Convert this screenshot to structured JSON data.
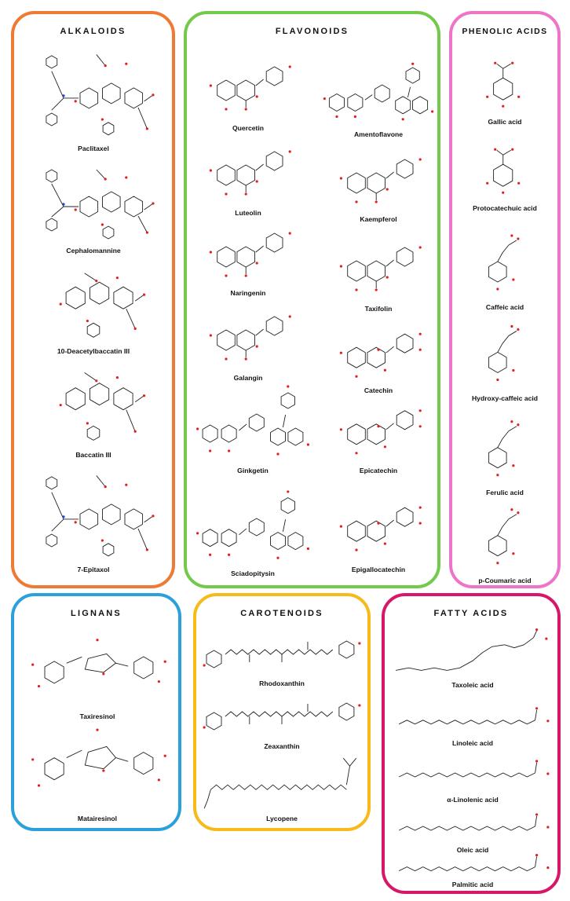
{
  "colors": {
    "alkaloids": "#ee7a33",
    "flavonoids": "#72c94a",
    "phenolic_acids": "#ee74c8",
    "lignans": "#2aa0dc",
    "carotenoids": "#f6bb1a",
    "fatty_acids": "#d6176a",
    "bond": "#222222",
    "oxygen": "#e02020",
    "nitrogen": "#2040d8"
  },
  "panels": {
    "alkaloids": {
      "title": "ALKALOIDS",
      "items": [
        {
          "label": "Paclitaxel",
          "icon": "taxane-structure-icon"
        },
        {
          "label": "Cephalomannine",
          "icon": "taxane-structure-icon"
        },
        {
          "label": "10-Deacetylbaccatin III",
          "icon": "taxane-core-icon"
        },
        {
          "label": "Baccatin III",
          "icon": "taxane-core-icon"
        },
        {
          "label": "7-Epitaxol",
          "icon": "taxane-structure-icon"
        }
      ]
    },
    "flavonoids": {
      "title": "FLAVONOIDS",
      "left": [
        {
          "label": "Quercetin",
          "icon": "flavonol-icon"
        },
        {
          "label": "Luteolin",
          "icon": "flavone-icon"
        },
        {
          "label": "Naringenin",
          "icon": "flavanone-icon"
        },
        {
          "label": "Galangin",
          "icon": "flavonol-icon"
        },
        {
          "label": "Ginkgetin",
          "icon": "biflavone-icon"
        },
        {
          "label": "Sciadopitysin",
          "icon": "biflavone-icon"
        }
      ],
      "right": [
        {
          "label": "Amentoflavone",
          "icon": "biflavone-icon"
        },
        {
          "label": "Kaempferol",
          "icon": "flavonol-icon"
        },
        {
          "label": "Taxifolin",
          "icon": "flavanonol-icon"
        },
        {
          "label": "Catechin",
          "icon": "flavanol-icon"
        },
        {
          "label": "Epicatechin",
          "icon": "flavanol-icon"
        },
        {
          "label": "Epigallocatechin",
          "icon": "flavanol-icon"
        }
      ]
    },
    "phenolic_acids": {
      "title": "PHENOLIC ACIDS",
      "items": [
        {
          "label": "Gallic acid",
          "icon": "benzoic-acid-icon"
        },
        {
          "label": "Protocatechuic acid",
          "icon": "benzoic-acid-icon"
        },
        {
          "label": "Caffeic acid",
          "icon": "cinnamic-acid-icon"
        },
        {
          "label": "Hydroxy-caffeic acid",
          "icon": "propanoic-acid-icon"
        },
        {
          "label": "Ferulic acid",
          "icon": "cinnamic-acid-icon"
        },
        {
          "label": "p-Coumaric acid",
          "icon": "cinnamic-acid-icon"
        }
      ]
    },
    "lignans": {
      "title": "LIGNANS",
      "items": [
        {
          "label": "Taxiresinol",
          "icon": "lignan-structure-icon"
        },
        {
          "label": "Matairesinol",
          "icon": "lignan-structure-icon"
        }
      ]
    },
    "carotenoids": {
      "title": "CAROTENOIDS",
      "items": [
        {
          "label": "Rhodoxanthin",
          "icon": "polyene-chain-icon"
        },
        {
          "label": "Zeaxanthin",
          "icon": "polyene-chain-icon"
        },
        {
          "label": "Lycopene",
          "icon": "polyene-chain-icon"
        }
      ]
    },
    "fatty_acids": {
      "title": "FATTY ACIDS",
      "items": [
        {
          "label": "Taxoleic acid",
          "icon": "fatty-acid-chain-icon"
        },
        {
          "label": "Linoleic acid",
          "icon": "fatty-acid-chain-icon"
        },
        {
          "label": "α-Linolenic acid",
          "icon": "fatty-acid-chain-icon"
        },
        {
          "label": "Oleic acid",
          "icon": "fatty-acid-chain-icon"
        },
        {
          "label": "Palmitic acid",
          "icon": "fatty-acid-chain-icon"
        }
      ]
    }
  }
}
